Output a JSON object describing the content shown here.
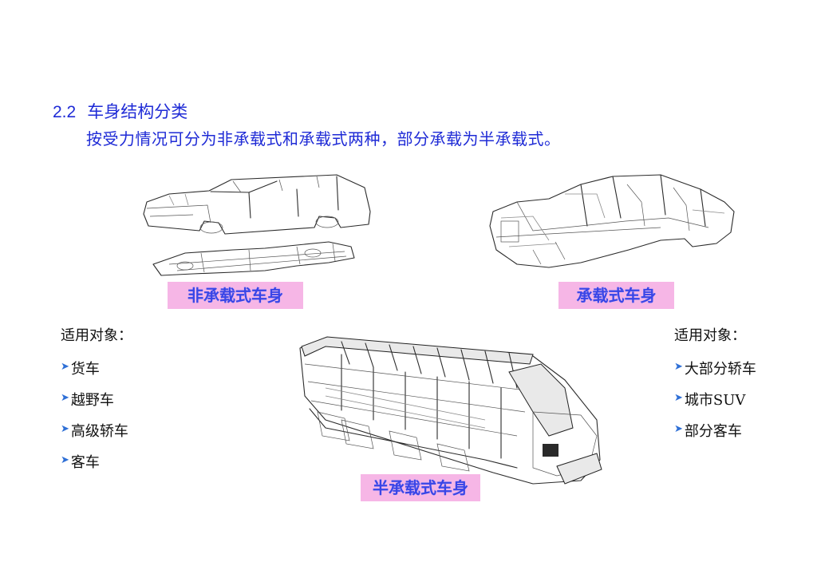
{
  "section": {
    "number": "2.2",
    "title": "车身结构分类",
    "intro": "按受力情况可分为非承载式和承载式两种，部分承载为半承载式。"
  },
  "figures": {
    "body_on_frame": {
      "caption": "非承载式车身"
    },
    "unibody": {
      "caption": "承载式车身"
    },
    "semi_unibody": {
      "caption": "半承载式车身"
    }
  },
  "left_list": {
    "heading": "适用对象：",
    "items": [
      "货车",
      "越野车",
      "高级轿车",
      "客车"
    ]
  },
  "right_list": {
    "heading": "适用对象：",
    "items": [
      "大部分轿车",
      "城市SUV",
      "部分客车"
    ]
  },
  "colors": {
    "title_blue": "#1f2bd6",
    "caption_bg": "#f6b6e6",
    "caption_text": "#3a45e6",
    "bullet_blue": "#2e6fd6"
  },
  "icons": {
    "bullet": "chevron-right-icon"
  }
}
